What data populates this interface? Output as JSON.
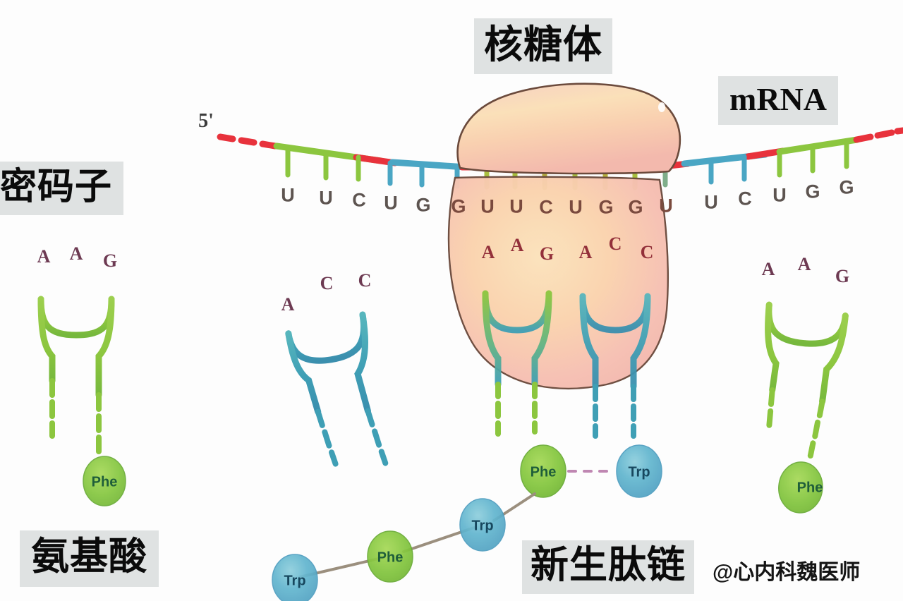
{
  "labels": {
    "ribosome": "核糖体",
    "mrna": "mRNA",
    "codon": "密码子",
    "amino_acid": "氨基酸",
    "peptide_chain": "新生肽链",
    "watermark": "@心内科魏医师",
    "five_prime": "5'"
  },
  "colors": {
    "mrna_red": "#e8323c",
    "mrna_green": "#8cc63f",
    "mrna_blue": "#4aa6c4",
    "ribosome_pink": "#f5c0b4",
    "ribosome_peach": "#f9d9a8",
    "trna_green": "#8cc63f",
    "trna_blue": "#3f9fb5",
    "aa_green": "#7ec242",
    "aa_blue": "#5aa8c8",
    "label_bg": "#dfe2e2",
    "text_dark": "#0b0b0b"
  },
  "mrna": {
    "strand_label": "mRNA",
    "five_prime_marker": "5'",
    "bases_left": [
      "U",
      "U",
      "C",
      "U",
      "G"
    ],
    "bases_in_ribosome": [
      "G",
      "U",
      "U",
      "C",
      "U",
      "G",
      "G",
      "U"
    ],
    "bases_right": [
      "U",
      "C",
      "U",
      "G",
      "G"
    ],
    "full_sequence": [
      "U",
      "U",
      "C",
      "U",
      "G",
      "G",
      "U",
      "U",
      "C",
      "U",
      "G",
      "G",
      "U",
      "U",
      "C",
      "U",
      "G",
      "G"
    ]
  },
  "trnas": [
    {
      "id": "trna-left-free",
      "anticodon": [
        "A",
        "A",
        "G"
      ],
      "color": "green",
      "amino_acid": "Phe",
      "position": "left-free"
    },
    {
      "id": "trna-incoming-blue",
      "anticodon": [
        "A",
        "C",
        "C"
      ],
      "color": "blue",
      "amino_acid": "",
      "position": "left-incoming"
    },
    {
      "id": "trna-ribosome-p-site",
      "anticodon": [
        "A",
        "A",
        "G"
      ],
      "color": "green",
      "amino_acid": "Phe",
      "position": "ribosome-p-site"
    },
    {
      "id": "trna-ribosome-a-site",
      "anticodon": [
        "A",
        "C",
        "C"
      ],
      "color": "blue",
      "amino_acid": "Trp",
      "position": "ribosome-a-site"
    },
    {
      "id": "trna-right-free",
      "anticodon": [
        "A",
        "A",
        "G"
      ],
      "color": "green",
      "amino_acid": "Phe",
      "position": "right-free"
    }
  ],
  "peptide_chain": {
    "residues": [
      "Trp",
      "Phe",
      "Trp",
      "Phe"
    ],
    "growing_residue": "Trp",
    "bond_style": "dashed"
  },
  "amino_acid_names": {
    "phe": "Phe",
    "trp": "Trp"
  }
}
